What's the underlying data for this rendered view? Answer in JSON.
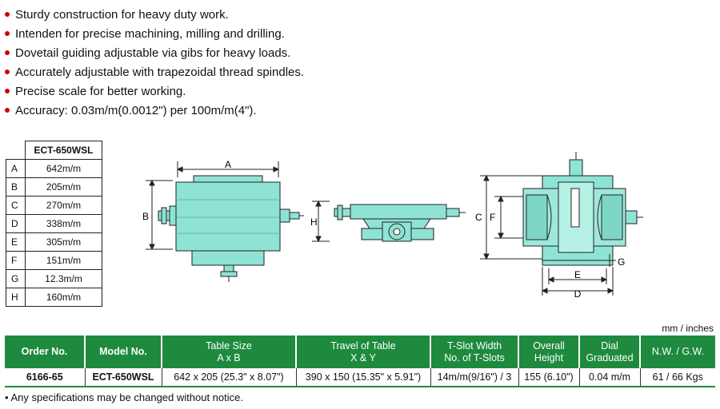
{
  "features": [
    "Sturdy construction for heavy duty work.",
    "Intenden for precise machining, milling and drilling.",
    "Dovetail guiding adjustable via gibs for heavy loads.",
    "Accurately adjustable with trapezoidal thread spindles.",
    "Precise scale for better working.",
    "Accuracy: 0.03m/m(0.0012\") per 100m/m(4\")."
  ],
  "dimensions": {
    "model": "ECT-650WSL",
    "rows": [
      {
        "key": "A",
        "value": "642m/m"
      },
      {
        "key": "B",
        "value": "205m/m"
      },
      {
        "key": "C",
        "value": "270m/m"
      },
      {
        "key": "D",
        "value": "338m/m"
      },
      {
        "key": "E",
        "value": "305m/m"
      },
      {
        "key": "F",
        "value": "151m/m"
      },
      {
        "key": "G",
        "value": "12.3m/m"
      },
      {
        "key": "H",
        "value": "160m/m"
      }
    ]
  },
  "drawing_labels": {
    "top": {
      "a": "A",
      "b": "B"
    },
    "side": {
      "h": "H"
    },
    "end": {
      "c": "C",
      "f": "F",
      "g": "G",
      "e": "E",
      "d": "D"
    }
  },
  "colors": {
    "accent": "#1e8a3e",
    "bullet": "#d00000",
    "machine": "#8fe3d4",
    "machine_dark": "#63c4b5"
  },
  "units": "mm / inches",
  "spec": {
    "headers": [
      "Order No.",
      "Model No.",
      "Table Size\nA x B",
      "Travel of Table\nX & Y",
      "T-Slot Width\nNo. of T-Slots",
      "Overall\nHeight",
      "Dial\nGraduated",
      "N.W. / G.W."
    ],
    "row": [
      "6166-65",
      "ECT-650WSL",
      "642 x 205  (25.3\" x 8.07\")",
      "390 x 150  (15.35\" x 5.91\")",
      "14m/m(9/16\") / 3",
      "155 (6.10\")",
      "0.04 m/m",
      "61 / 66 Kgs"
    ]
  },
  "note": "Any specifications may be changed without notice."
}
